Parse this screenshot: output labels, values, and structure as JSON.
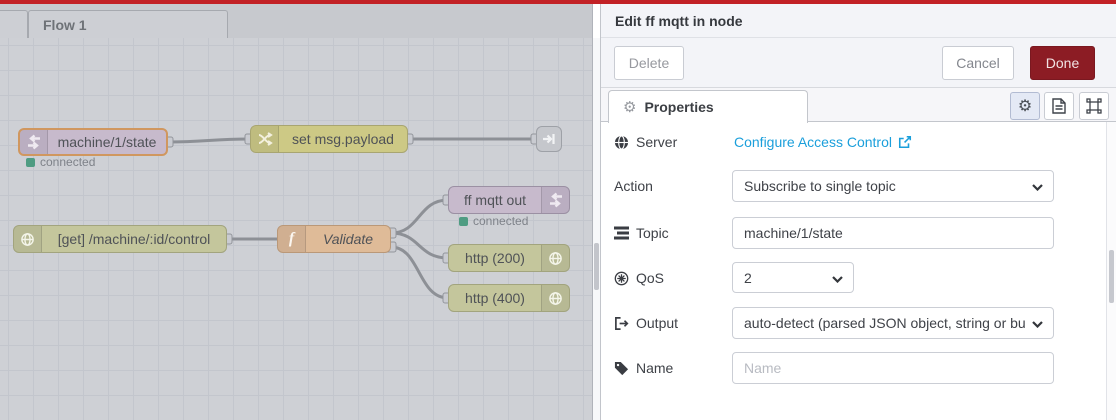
{
  "canvas": {
    "flow_tab": "Flow 1",
    "nodes": {
      "mqtt_in": {
        "label": "machine/1/state",
        "status": "connected"
      },
      "change": {
        "label": "set msg.payload"
      },
      "http_in": {
        "label": "[get] /machine/:id/control"
      },
      "function": {
        "label": "Validate"
      },
      "mqtt_out": {
        "label": "ff mqtt out",
        "status": "connected"
      },
      "http_200": {
        "label": "http (200)"
      },
      "http_400": {
        "label": "http (400)"
      }
    }
  },
  "panel": {
    "title": "Edit ff mqtt in node",
    "buttons": {
      "delete": "Delete",
      "cancel": "Cancel",
      "done": "Done"
    },
    "tab": "Properties",
    "fields": {
      "server": {
        "label": "Server",
        "link": "Configure Access Control"
      },
      "action": {
        "label": "Action",
        "value": "Subscribe to single topic"
      },
      "topic": {
        "label": "Topic",
        "value": "machine/1/state"
      },
      "qos": {
        "label": "QoS",
        "value": "2"
      },
      "output": {
        "label": "Output",
        "value": "auto-detect (parsed JSON object, string or buffer)"
      },
      "name": {
        "label": "Name",
        "placeholder": "Name"
      }
    }
  },
  "icons": {
    "gear": "⚙"
  },
  "colors": {
    "topbar_red": "#C22126",
    "done_button": "#8C1C24",
    "link_blue": "#1B9FDB",
    "status_green": "#4F9C82",
    "node_mqtt": "#C7BACC",
    "node_change": "#CDC985",
    "node_http": "#C4C69C",
    "node_function": "#DFBB98",
    "selected_border": "#D0975F",
    "canvas_bg": "#CED0D5"
  }
}
